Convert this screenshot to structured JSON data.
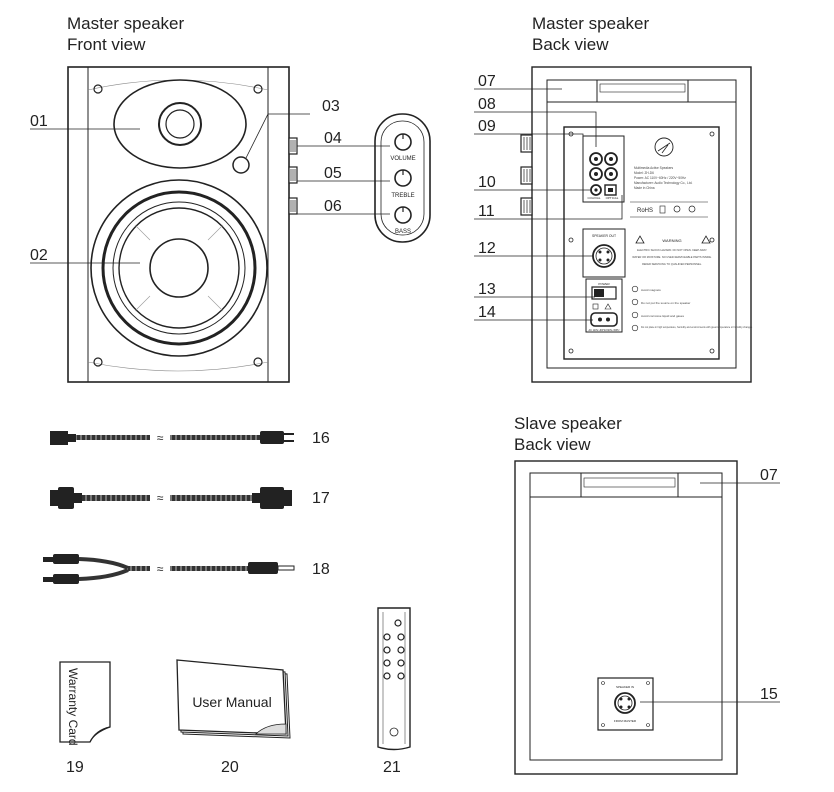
{
  "titles": {
    "front_line1": "Master speaker",
    "front_line2": "Front view",
    "back_line1": "Master speaker",
    "back_line2": "Back view",
    "slave_line1": "Slave speaker",
    "slave_line2": "Back view"
  },
  "callouts": {
    "c01": "01",
    "c02": "02",
    "c03": "03",
    "c04": "04",
    "c05": "05",
    "c06": "06",
    "c07": "07",
    "c07b": "07",
    "c08": "08",
    "c09": "09",
    "c10": "10",
    "c11": "11",
    "c12": "12",
    "c13": "13",
    "c14": "14",
    "c15": "15",
    "c16": "16",
    "c17": "17",
    "c18": "18",
    "c19": "19",
    "c20": "20",
    "c21": "21"
  },
  "knobs": {
    "volume": "VOLUME",
    "treble": "TREBLE",
    "bass": "BASS"
  },
  "panel": {
    "label_line1": "Multimedia Active Speakers",
    "label_line2": "Model: ZH-D6",
    "label_line3": "Power: AC 110V~60Hz / 220V~50Hz",
    "label_line4": "Manufacturer: Audio Technology Co., Ltd.",
    "label_line5": "Made in China",
    "cert": "RoHS",
    "speaker_out": "SPEAKER OUT",
    "warning": "WARNING",
    "warn_text1": "ELECTRIC SHOCK HAZARD. DO NOT OPEN. KEEP AWAY",
    "warn_text2": "WATER OR MOISTURE. NO USER-SERVICEABLE PARTS INSIDE.",
    "warn_text3": "REFER SERVICING TO QUALIFIED PERSONNEL.",
    "coaxial": "COAXIAL",
    "optical": "OPTICAL",
    "power": "POWER",
    "ac_rating": "AC 110V~60Hz/220V~50Hz",
    "note1": "Avoid magnets",
    "note2": "Do not put fire source on the speaker",
    "note3": "Avoid corrosive liquid and gases",
    "note4": "Do not place in high temperature, humidity and environments with great temperature or humidity changes",
    "slave_in": "SPEAKER IN",
    "slave_in2": "FROM MASTER"
  },
  "accessories": {
    "warranty": "Warranty Card",
    "manual": "User Manual"
  }
}
